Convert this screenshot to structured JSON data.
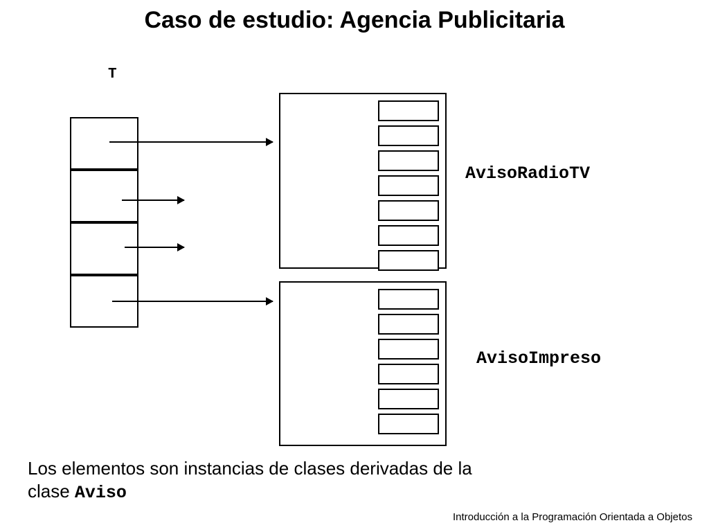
{
  "slide": {
    "title": "Caso de estudio: Agencia Publicitaria",
    "array_label": "T",
    "array_cells": [
      "",
      "",
      "",
      ""
    ],
    "arrows": [
      {
        "name": "arrow-cell-0-to-avisoradiotv"
      },
      {
        "name": "arrow-cell-1-short"
      },
      {
        "name": "arrow-cell-2-short"
      },
      {
        "name": "arrow-cell-3-to-avisoimpreso"
      }
    ],
    "objects": [
      {
        "name": "AvisoRadioTV",
        "label": "AvisoRadioTV",
        "fields": [
          "",
          "",
          "",
          "",
          "",
          "",
          ""
        ]
      },
      {
        "name": "AvisoImpreso",
        "label": "AvisoImpreso",
        "fields": [
          "",
          "",
          "",
          "",
          "",
          ""
        ]
      }
    ],
    "caption_line1": "Los elementos son instancias de clases derivadas de la",
    "caption_line2_prefix": "clase ",
    "caption_line2_mono": "Aviso",
    "footer": "Introducción a la Programación Orientada a Objetos"
  }
}
